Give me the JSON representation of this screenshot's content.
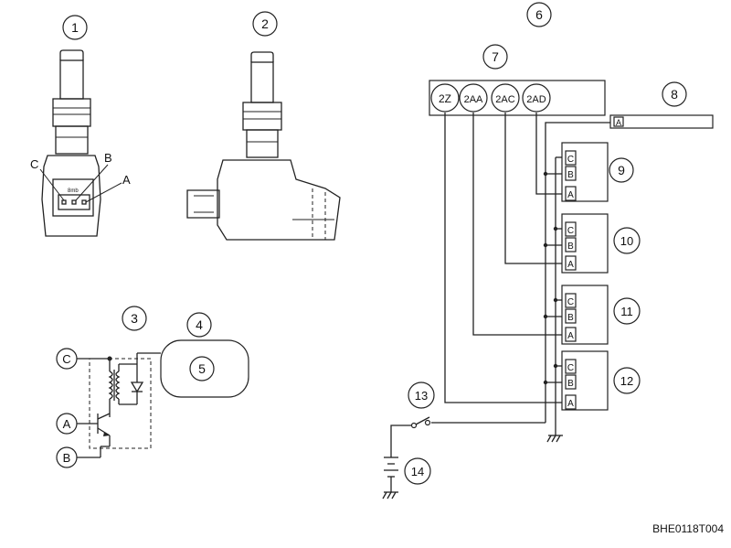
{
  "callouts": [
    "1",
    "2",
    "3",
    "4",
    "5",
    "6",
    "7",
    "8",
    "9",
    "10",
    "11",
    "12",
    "13",
    "14"
  ],
  "coil_terminals": {
    "c": "C",
    "b": "B",
    "a": "A"
  },
  "schematic_terminals": {
    "c": "C",
    "a": "A",
    "b": "B"
  },
  "ecu_pins": [
    "2Z",
    "2AA",
    "2AC",
    "2AD"
  ],
  "relay_pin": "A",
  "coil_pins": [
    "C",
    "B",
    "A"
  ],
  "reference_code": "BHE0118T004"
}
